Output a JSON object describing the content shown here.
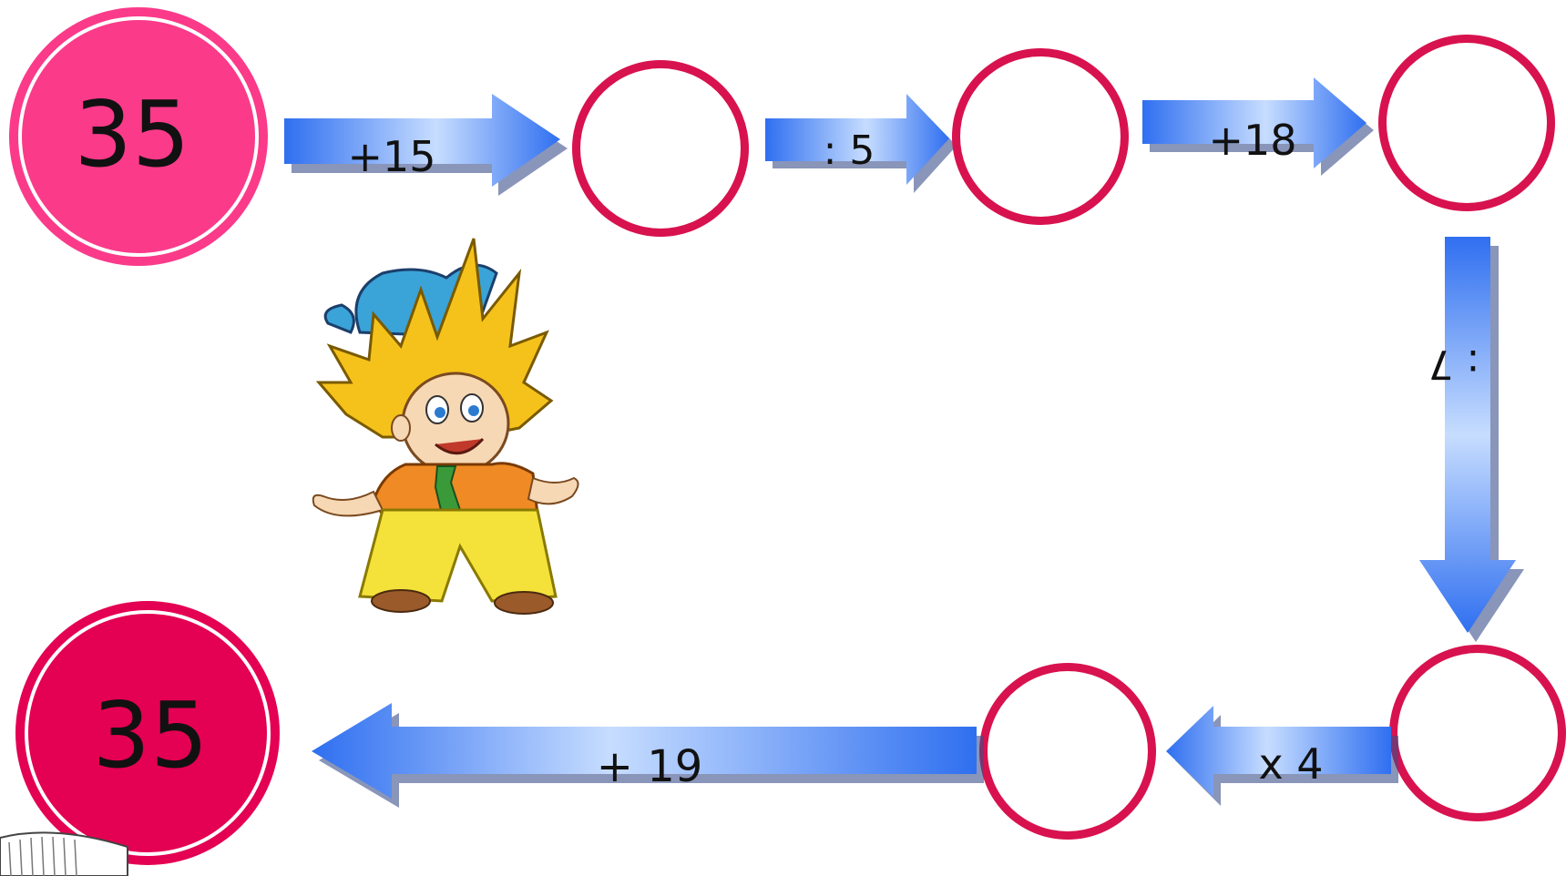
{
  "start_value": "35",
  "end_value": "35",
  "operations": {
    "op1": "+15",
    "op2": ": 5",
    "op3": "+18",
    "op4": ": 7",
    "op5": "x 4",
    "op6": "+ 19"
  },
  "colors": {
    "start_fill": "#fb3a8a",
    "end_fill": "#e40052",
    "circle_ring": "#d8124f",
    "arrow_light": "#c7ddff",
    "arrow_dark": "#2f6ff0",
    "arrow_shadow": "#3a4f8a"
  },
  "icons": [
    "cartoon-boy-illustration",
    "page-curl-corner"
  ]
}
